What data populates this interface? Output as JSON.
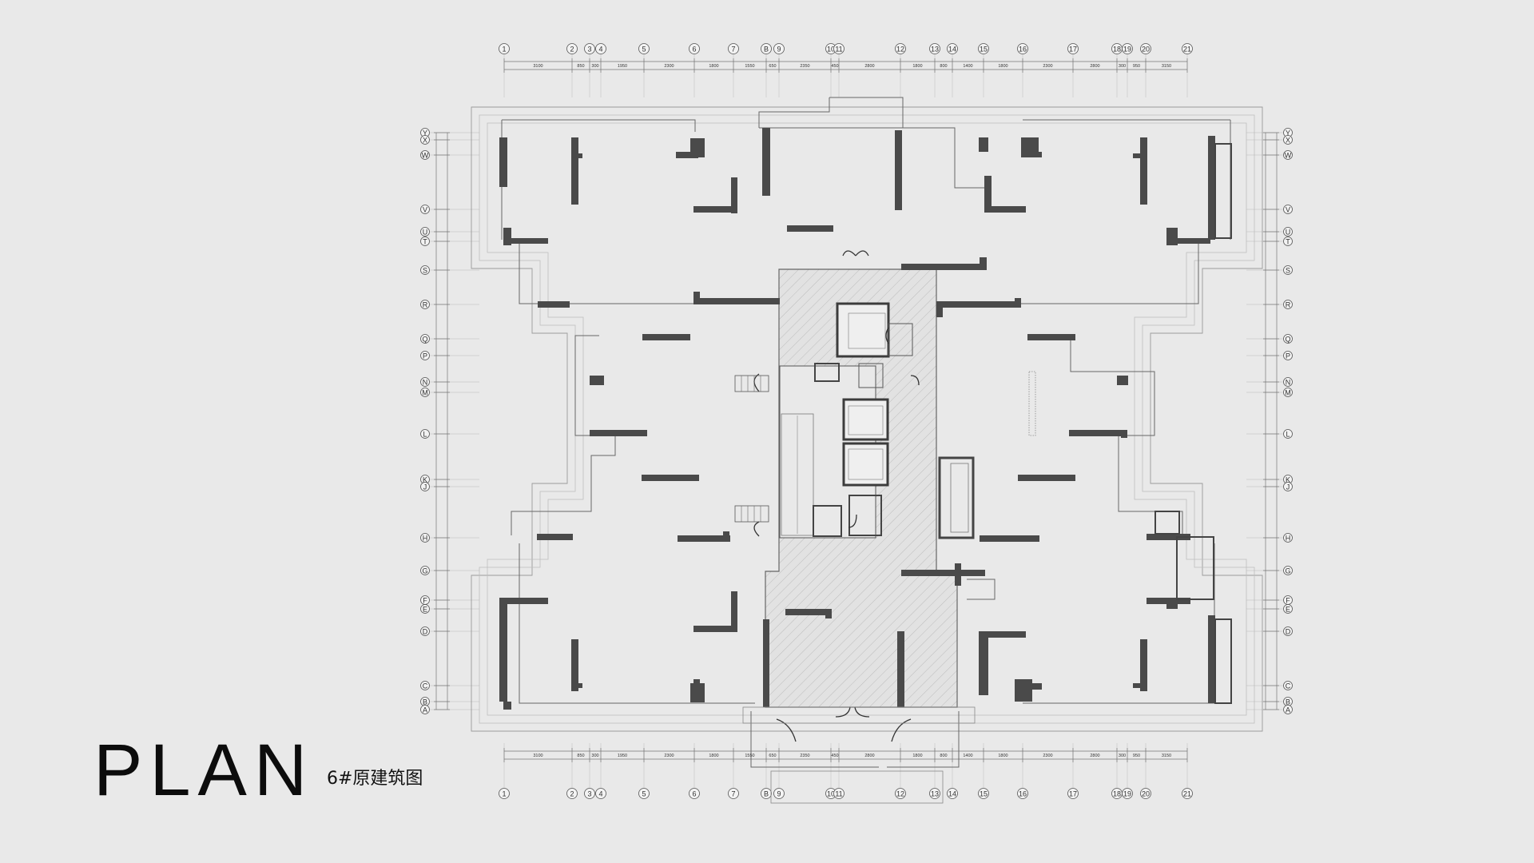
{
  "title": "PLAN",
  "subtitle": "6#原建筑图",
  "colors": {
    "background": "#e9e9e9",
    "wall": "#4a4a4a",
    "hatch": "#bdbdbd",
    "ink": "#111111"
  },
  "grid": {
    "columns": [
      "1",
      "2",
      "3",
      "4",
      "5",
      "6",
      "7",
      "B",
      "9",
      "10",
      "11",
      "12",
      "13",
      "14",
      "15",
      "16",
      "17",
      "18",
      "19",
      "20",
      "21"
    ],
    "rows": [
      "Y",
      "X",
      "W",
      "V",
      "U",
      "T",
      "S",
      "R",
      "Q",
      "P",
      "N",
      "M",
      "L",
      "K",
      "J",
      "H",
      "G",
      "F",
      "E",
      "D",
      "C",
      "B",
      "A"
    ]
  },
  "dimensions": {
    "top": [
      "3100",
      "850",
      "300",
      "1950",
      "2300",
      "1800",
      "1550",
      "650",
      "2350",
      "450",
      "2800",
      "1800",
      "800",
      "1400",
      "1800",
      "2300",
      "2800",
      "300",
      "950",
      "3150"
    ]
  }
}
